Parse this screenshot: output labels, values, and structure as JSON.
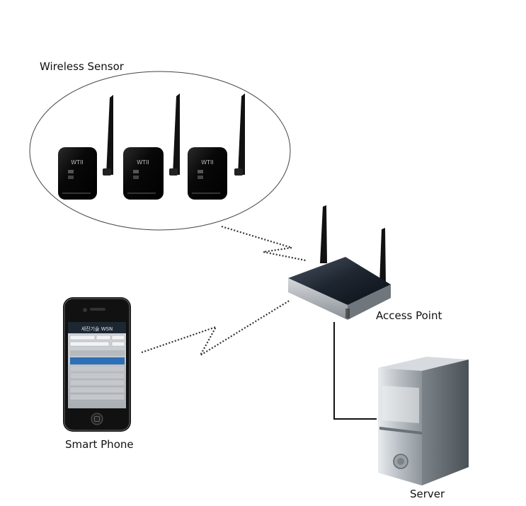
{
  "diagram": {
    "sensor_group_label": "Wireless Sensor",
    "sensor_brand": "WTII",
    "access_point_label": "Access Point",
    "smart_phone_label": "Smart Phone",
    "server_label": "Server",
    "phone_screen_title": "세진기술 WSN"
  },
  "colors": {
    "background": "#ffffff",
    "device_black": "#0a0a0a",
    "router_body": "#2b3440",
    "router_side": "#9aa0a6",
    "server_silver": "#c9ced3",
    "link_line": "#333333"
  }
}
